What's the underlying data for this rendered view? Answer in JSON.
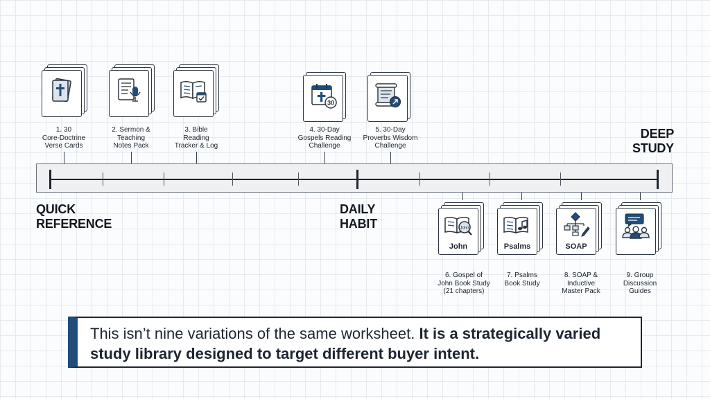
{
  "colors": {
    "accent": "#1f4e7a",
    "ink": "#1c2530",
    "track": "#eef0f2",
    "grid": "#e6eaee"
  },
  "stages": [
    {
      "line1": "QUICK",
      "line2": "REFERENCE"
    },
    {
      "line1": "DAILY",
      "line2": "HABIT"
    },
    {
      "line1": "DEEP",
      "line2": "STUDY"
    }
  ],
  "top_resources": [
    {
      "icon": "cross-cards-icon",
      "lines": [
        "1. 30",
        "Core-Doctrine",
        "Verse Cards"
      ]
    },
    {
      "icon": "notes-microphone-icon",
      "lines": [
        "2. Sermon &",
        "Teaching",
        "Notes Pack"
      ]
    },
    {
      "icon": "open-book-checklist-icon",
      "lines": [
        "3. Bible",
        "Reading",
        "Tracker & Log"
      ]
    },
    {
      "icon": "calendar-cross-icon",
      "badge": "30",
      "lines": [
        "4. 30-Day",
        "Gospels Reading",
        "Challenge"
      ]
    },
    {
      "icon": "scroll-icon",
      "lines": [
        "5. 30-Day",
        "Proverbs Wisdom",
        "Challenge"
      ]
    }
  ],
  "bottom_resources": [
    {
      "icon": "book-magnifier-icon",
      "mini": "John",
      "word": "John",
      "lines": [
        "6. Gospel of",
        "John Book Study",
        "(21 chapters)"
      ]
    },
    {
      "icon": "book-music-icon",
      "word": "Psalms",
      "lines": [
        "7. Psalms",
        "Book Study"
      ]
    },
    {
      "icon": "flowchart-pen-icon",
      "word": "SOAP",
      "lines": [
        "8. SOAP &",
        "Inductive",
        "Master Pack"
      ]
    },
    {
      "icon": "group-discussion-icon",
      "lines": [
        "9. Group",
        "Discussion",
        "Guides"
      ]
    }
  ],
  "callout": {
    "normal": "This isn’t nine variations of the same worksheet. ",
    "bold": "It is a strategically varied study library designed to target different buyer intent."
  }
}
